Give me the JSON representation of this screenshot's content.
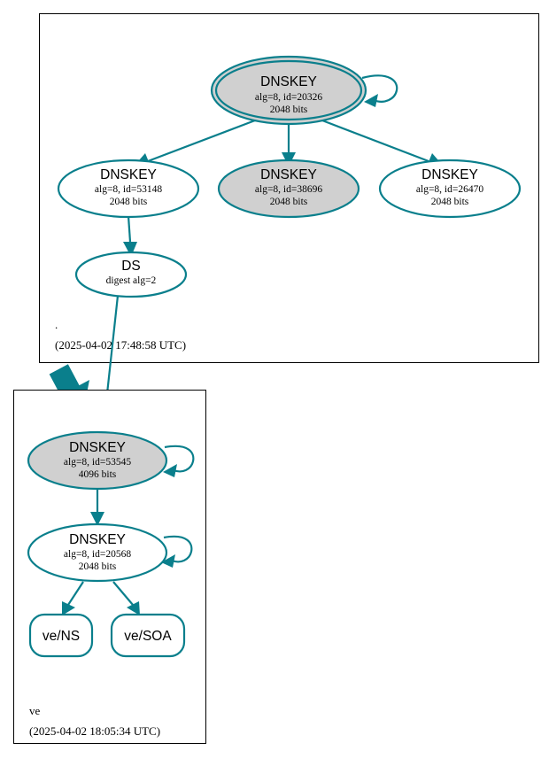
{
  "diagram": {
    "type": "dnssec-chain-of-trust",
    "colors": {
      "accent": "#0a7f8c",
      "node_secure_fill": "#d0d0d0",
      "node_plain_fill": "#ffffff",
      "cluster_border": "#000000",
      "background": "#ffffff"
    }
  },
  "zones": [
    {
      "id": "root",
      "label": ".",
      "timestamp": "(2025-04-02 17:48:58 UTC)",
      "nodes": [
        {
          "id": "root-ksk-20326",
          "shape": "doublecircle-ellipse",
          "fill": "#d0d0d0",
          "title": "DNSKEY",
          "line2": "alg=8, id=20326",
          "line3": "2048 bits",
          "self_signed": true
        },
        {
          "id": "root-zsk-53148",
          "shape": "ellipse",
          "fill": "#ffffff",
          "title": "DNSKEY",
          "line2": "alg=8, id=53148",
          "line3": "2048 bits",
          "self_signed": false
        },
        {
          "id": "root-zsk-38696",
          "shape": "ellipse",
          "fill": "#d0d0d0",
          "title": "DNSKEY",
          "line2": "alg=8, id=38696",
          "line3": "2048 bits",
          "self_signed": false
        },
        {
          "id": "root-zsk-26470",
          "shape": "ellipse",
          "fill": "#ffffff",
          "title": "DNSKEY",
          "line2": "alg=8, id=26470",
          "line3": "2048 bits",
          "self_signed": false
        },
        {
          "id": "root-ds",
          "shape": "ellipse",
          "fill": "#ffffff",
          "title": "DS",
          "line2": "digest alg=2",
          "line3": "",
          "self_signed": false
        }
      ]
    },
    {
      "id": "ve",
      "label": "ve",
      "timestamp": "(2025-04-02 18:05:34 UTC)",
      "nodes": [
        {
          "id": "ve-ksk-53545",
          "shape": "ellipse",
          "fill": "#d0d0d0",
          "title": "DNSKEY",
          "line2": "alg=8, id=53545",
          "line3": "4096 bits",
          "self_signed": true
        },
        {
          "id": "ve-zsk-20568",
          "shape": "ellipse",
          "fill": "#ffffff",
          "title": "DNSKEY",
          "line2": "alg=8, id=20568",
          "line3": "2048 bits",
          "self_signed": true
        },
        {
          "id": "ve-ns",
          "shape": "rounded-rect",
          "fill": "#ffffff",
          "title": "ve/NS",
          "line2": "",
          "line3": "",
          "self_signed": false
        },
        {
          "id": "ve-soa",
          "shape": "rounded-rect",
          "fill": "#ffffff",
          "title": "ve/SOA",
          "line2": "",
          "line3": "",
          "self_signed": false
        }
      ]
    }
  ],
  "edges": [
    {
      "from": "root-ksk-20326",
      "to": "root-ksk-20326",
      "kind": "self-loop"
    },
    {
      "from": "root-ksk-20326",
      "to": "root-zsk-53148",
      "kind": "signs"
    },
    {
      "from": "root-ksk-20326",
      "to": "root-zsk-38696",
      "kind": "signs"
    },
    {
      "from": "root-ksk-20326",
      "to": "root-zsk-26470",
      "kind": "signs"
    },
    {
      "from": "root-zsk-53148",
      "to": "root-ds",
      "kind": "signs"
    },
    {
      "from": "root-ds",
      "to": "ve-ksk-53545",
      "kind": "delegation"
    },
    {
      "from": "ve-ksk-53545",
      "to": "ve-ksk-53545",
      "kind": "self-loop"
    },
    {
      "from": "ve-ksk-53545",
      "to": "ve-zsk-20568",
      "kind": "signs"
    },
    {
      "from": "ve-zsk-20568",
      "to": "ve-zsk-20568",
      "kind": "self-loop"
    },
    {
      "from": "ve-zsk-20568",
      "to": "ve-ns",
      "kind": "signs"
    },
    {
      "from": "ve-zsk-20568",
      "to": "ve-soa",
      "kind": "signs"
    }
  ]
}
